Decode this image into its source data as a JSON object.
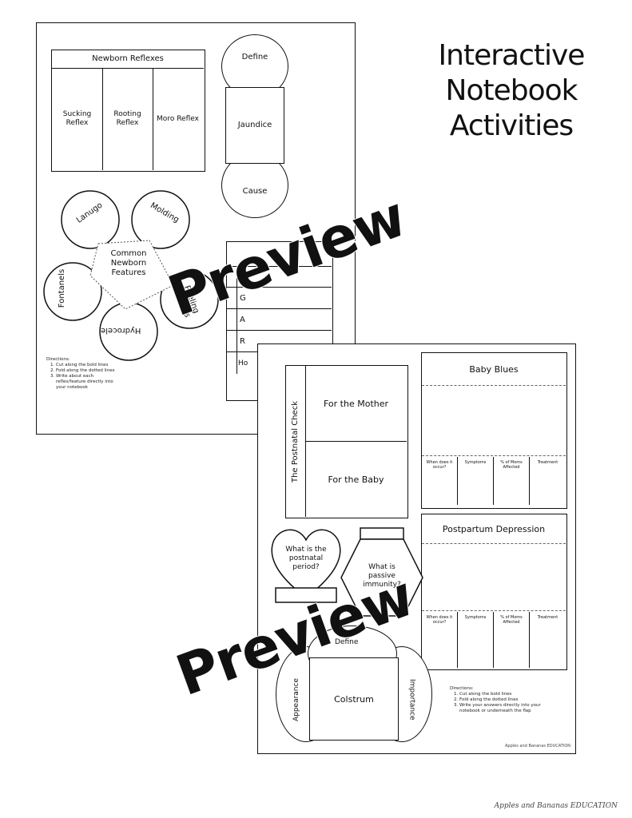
{
  "side_title": [
    "Interactive",
    "Notebook",
    "Activities"
  ],
  "watermark": "Preview",
  "credit": "Apples and Bananas EDUCATION",
  "page1": {
    "reflexes": {
      "title": "Newborn Reflexes",
      "columns": [
        "Sucking Reflex",
        "Rooting Reflex",
        "Moro Reflex"
      ]
    },
    "jaundice": {
      "top": "Define",
      "center": "Jaundice",
      "bottom": "Cause"
    },
    "flower": {
      "center": "Common Newborn Features",
      "petals": [
        "Lanugo",
        "Molding",
        "Peeling Breasts",
        "Hydrocele",
        "Fontanels"
      ]
    },
    "apgar_rows": [
      "",
      "G",
      "A",
      "R",
      "Ho"
    ],
    "directions": {
      "title": "Directions:",
      "steps": [
        "Cut along the bold lines",
        "Fold along the dotted lines",
        "Write about each reflex/feature directly into your notebook"
      ]
    }
  },
  "page2": {
    "postnatal": {
      "side": "The Postnatal Check",
      "top": "For the Mother",
      "bottom": "For the Baby"
    },
    "baby_blues": {
      "title": "Baby Blues",
      "columns": [
        "When does it occur?",
        "Symptoms",
        "% of Moms Affected",
        "Treatment"
      ]
    },
    "postpartum": {
      "title": "Postpartum Depression",
      "columns": [
        "When does it occur?",
        "Symptoms",
        "% of Moms Affected",
        "Treatment"
      ]
    },
    "heart": "What is the postnatal period?",
    "hex": "What is passive immunity?",
    "colostrum": {
      "top": "Define",
      "left": "Appearance",
      "center": "Colstrum",
      "right": "Importance"
    },
    "directions": {
      "title": "Directions:",
      "steps": [
        "Cut along the bold lines",
        "Fold along the dotted lines",
        "Write your answers directly into your notebook or underneath the flap"
      ]
    },
    "footer": "Apples and Bananas EDUCATION"
  }
}
